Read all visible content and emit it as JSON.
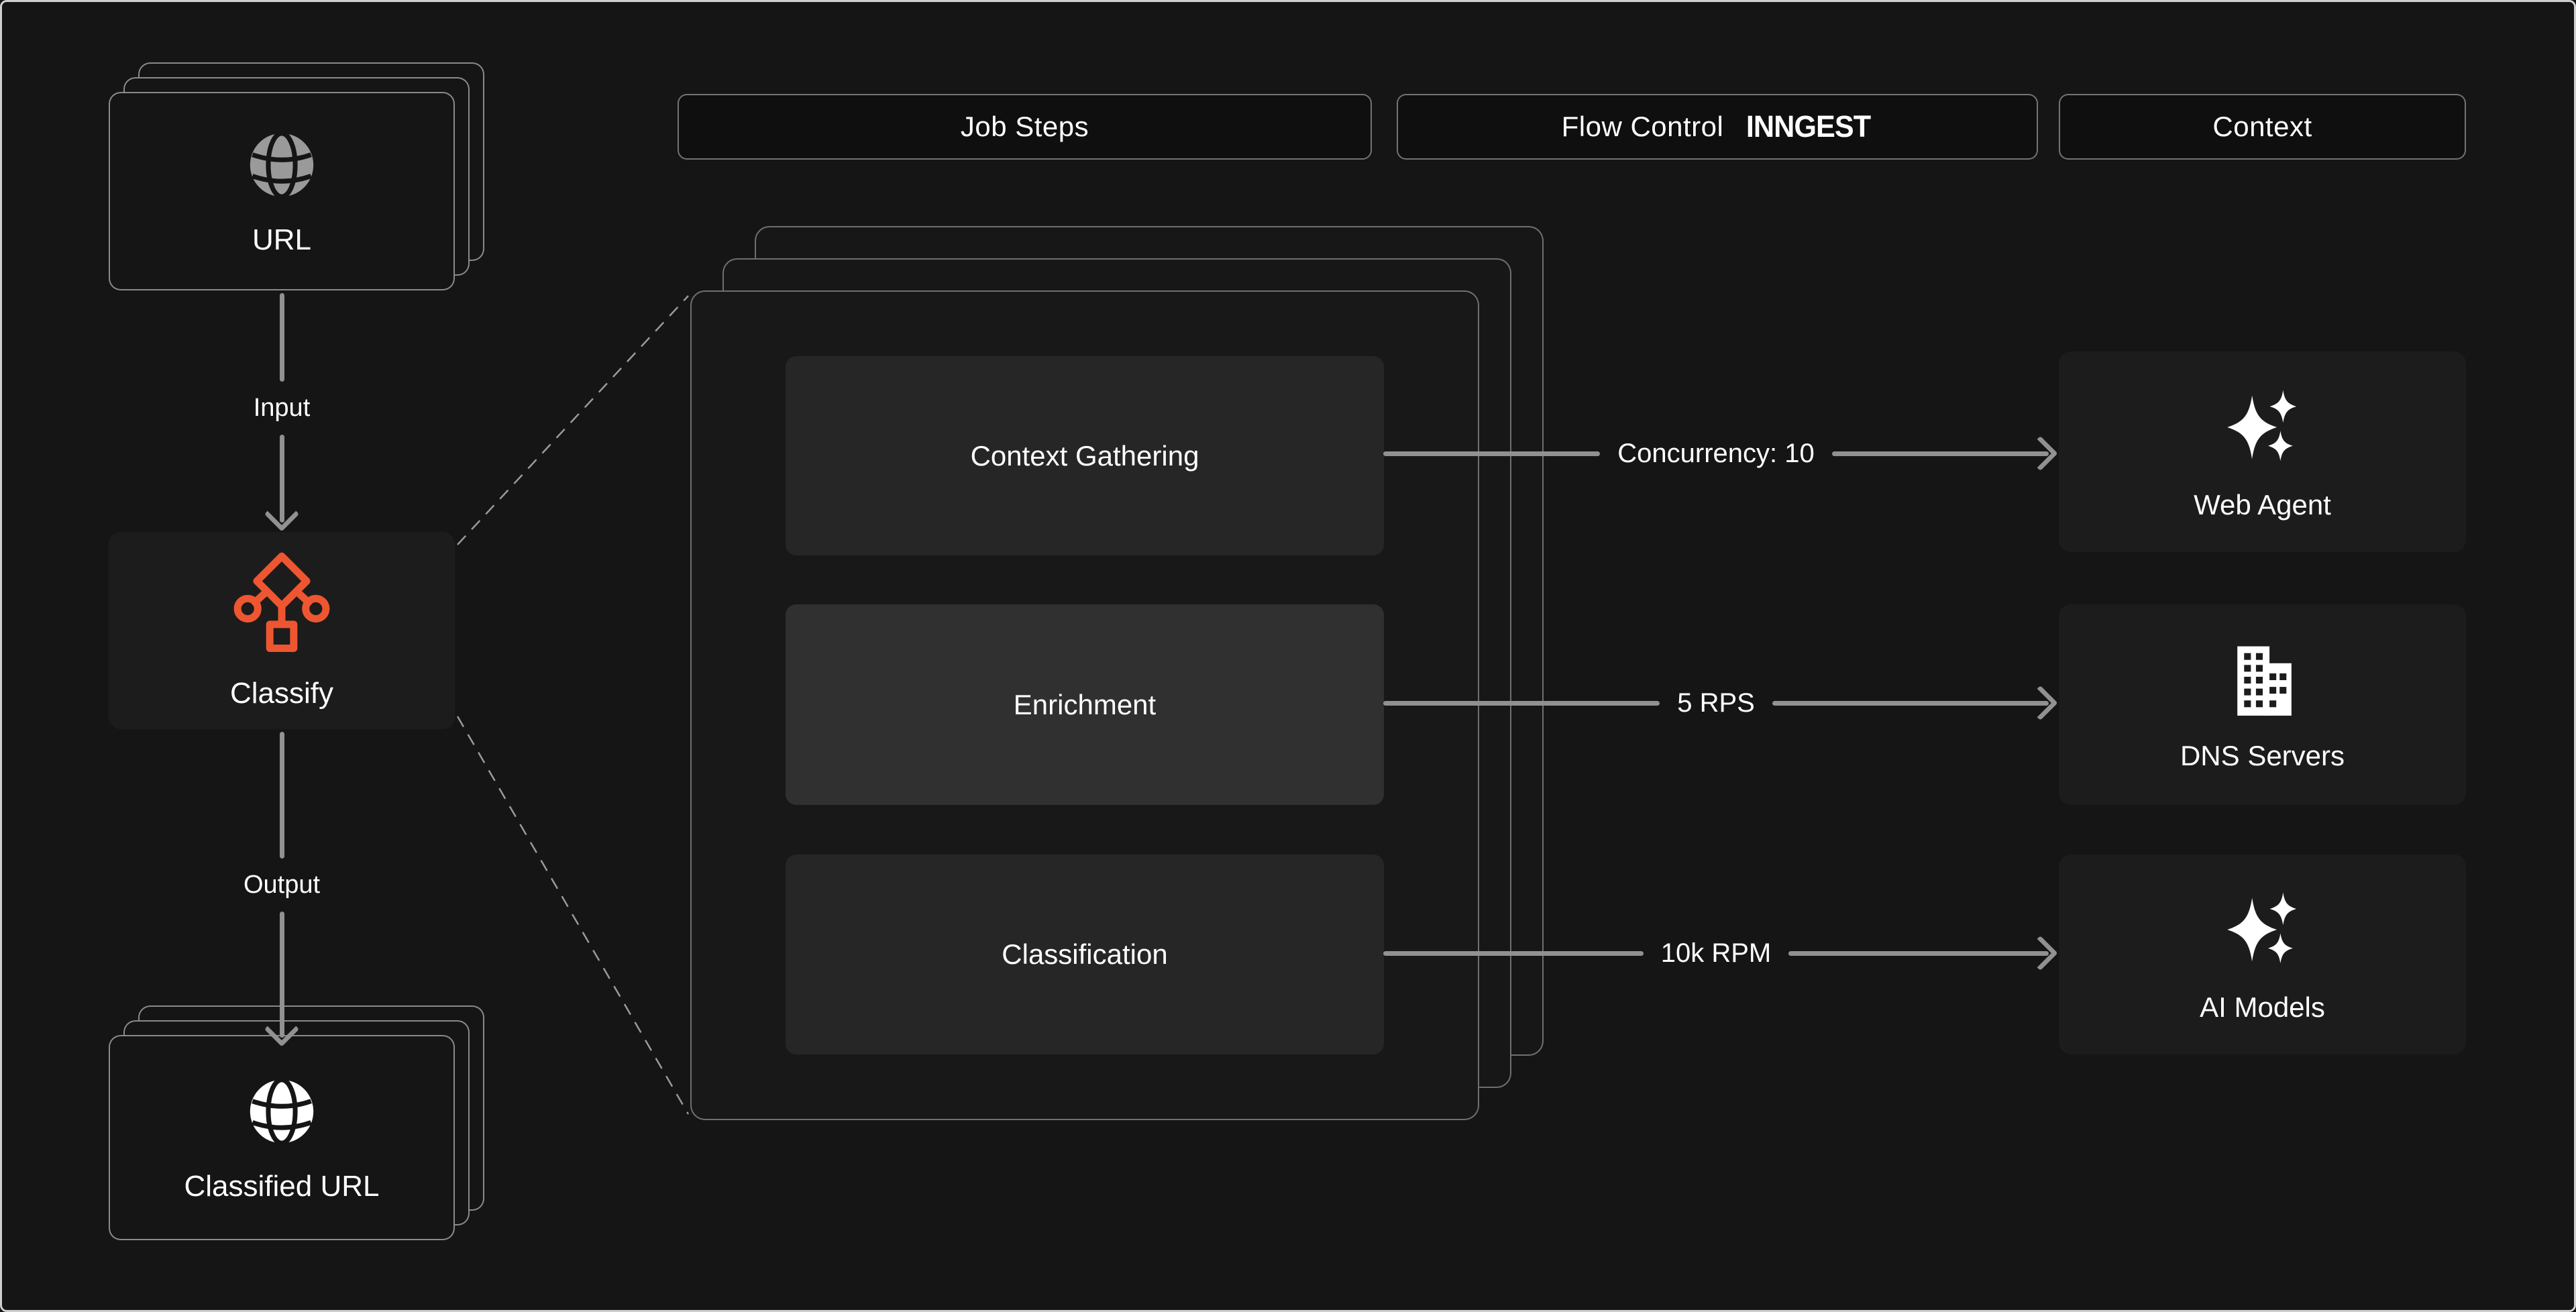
{
  "colors": {
    "canvas_bg": "#151515",
    "pill_bg": "#0F0F0F",
    "card_bg": "#1C1C1C",
    "panel_bg": "#181818",
    "step_bg": "#262626",
    "step_highlight_bg": "#303030",
    "line_gray": "#919191",
    "accent_orange": "#EE5631",
    "icon_gray": "#9A9A9A",
    "text_white": "#FFFFFF"
  },
  "headers": {
    "job_steps": "Job Steps",
    "flow_control": "Flow Control",
    "flow_control_brand": "INNGEST",
    "context": "Context"
  },
  "pipeline": {
    "source": {
      "label": "URL",
      "icon": "globe-icon"
    },
    "input_arrow_label": "Input",
    "processor": {
      "label": "Classify",
      "icon": "classify-flow-icon"
    },
    "output_arrow_label": "Output",
    "sink": {
      "label": "Classified URL",
      "icon": "globe-icon"
    }
  },
  "job_steps": [
    {
      "label": "Context Gathering",
      "highlighted": false
    },
    {
      "label": "Enrichment",
      "highlighted": true
    },
    {
      "label": "Classification",
      "highlighted": false
    }
  ],
  "flow_controls": [
    {
      "label": "Concurrency: 10"
    },
    {
      "label": "5 RPS"
    },
    {
      "label": "10k RPM"
    }
  ],
  "context_nodes": [
    {
      "label": "Web Agent",
      "icon": "sparkles-icon"
    },
    {
      "label": "DNS Servers",
      "icon": "building-icon"
    },
    {
      "label": "AI Models",
      "icon": "sparkles-icon"
    }
  ]
}
